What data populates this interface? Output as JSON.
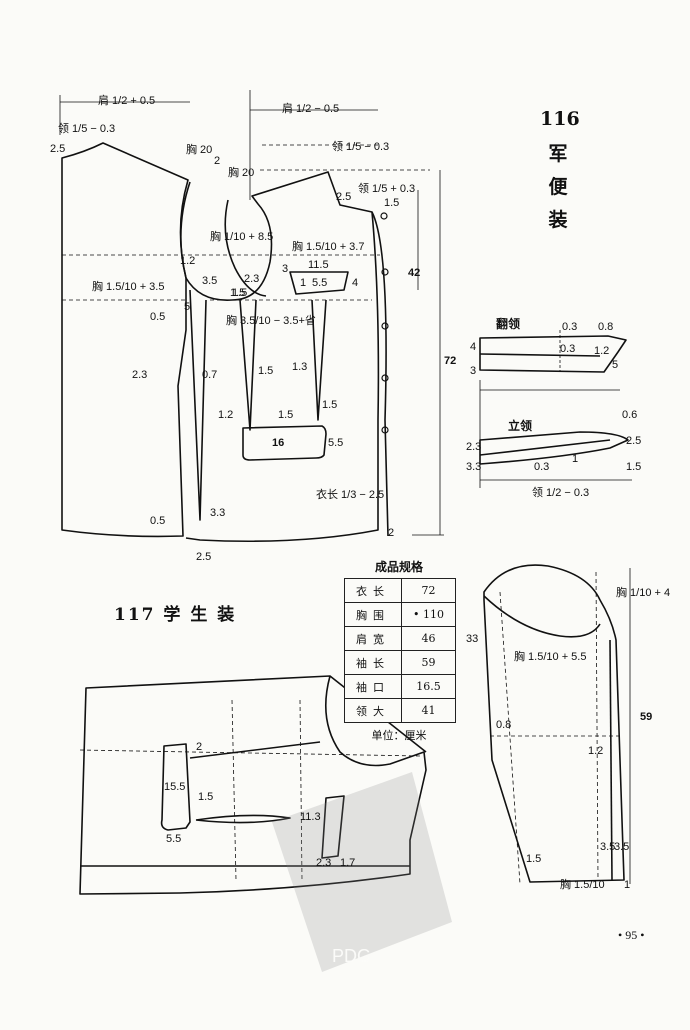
{
  "figure_116": {
    "number": "116",
    "chars": [
      "军",
      "便",
      "装"
    ],
    "front_labels": {
      "shoulder": "肩 1/2 + 0.5",
      "neck": "领 1/5 − 0.3",
      "neck_ease": "2.5",
      "chest20": "胸 20",
      "two": "2",
      "armhole": "胸 1/10 + 8.5",
      "chest_front": "胸 1.5/10 + 3.5",
      "v12": "1.2",
      "v35": "3.5",
      "v05": "0.5",
      "v5": "5",
      "v15": "1.5",
      "v23": "2.3",
      "v07": "0.7",
      "v05b": "0.5",
      "v33": "3.3",
      "v25": "2.5"
    },
    "back_labels": {
      "shoulder": "肩 1/2 − 0.5",
      "neck": "领 1/5 − 0.3",
      "neck2": "领 1/5 + 0.3",
      "neck_ease": "2.5",
      "neck_drop": "1.5",
      "chest20": "胸 20",
      "chest_pocket": "胸 1.5/10 + 3.7",
      "pocket_w": "11.5",
      "p1": "1",
      "p55": "5.5",
      "p4": "4",
      "p3": "3",
      "p23": "2.3",
      "p15": "1.5",
      "dart": "胸 3.5/10 − 3.5+省",
      "d15a": "1.5",
      "d13": "1.3",
      "d15b": "1.5",
      "d12": "1.2",
      "d15c": "1.5",
      "pocket16": "16",
      "pocket_h": "5.5",
      "hem": "衣长 1/3 − 2.5",
      "two": "2",
      "len42": "42",
      "len72": "72"
    },
    "collar_labels": {
      "fanling": "翻领",
      "f03": "0.3",
      "f08": "0.8",
      "f03b": "0.3",
      "f12": "1.2",
      "f4": "4",
      "f5": "5",
      "f3": "3",
      "f06": "0.6",
      "liling": "立领",
      "l23": "2.3",
      "l33": "3.3",
      "l03": "0.3",
      "l1": "1",
      "l25": "2.5",
      "l15": "1.5",
      "lneck": "领 1/2 − 0.3"
    },
    "sleeve_labels": {
      "chest": "胸 1/10 + 4",
      "armhole": "胸 1.5/10 + 5.5",
      "s33": "33",
      "s59": "59",
      "s08": "0.8",
      "s12": "1.2",
      "s15": "1.5",
      "s35a": "3.5",
      "s35b": "3.5",
      "cuff": "胸 1.5/10",
      "s1": "1"
    }
  },
  "figure_117": {
    "title": "117  学  生  装",
    "labels": {
      "v2": "2",
      "v155": "15.5",
      "v15": "1.5",
      "v55": "5.5",
      "v113": "11.3",
      "v23": "2.3",
      "v17": "1.7"
    }
  },
  "spec_table": {
    "caption": "成品规格",
    "rows": [
      {
        "name": "衣长",
        "value": "72"
      },
      {
        "name": "胸围",
        "value": "• 110"
      },
      {
        "name": "肩宽",
        "value": "46"
      },
      {
        "name": "袖长",
        "value": "59"
      },
      {
        "name": "袖口",
        "value": "16.5"
      },
      {
        "name": "领大",
        "value": "41"
      }
    ],
    "unit": "单位：厘米"
  },
  "page_number": "• 95 •",
  "watermark": "PDG"
}
